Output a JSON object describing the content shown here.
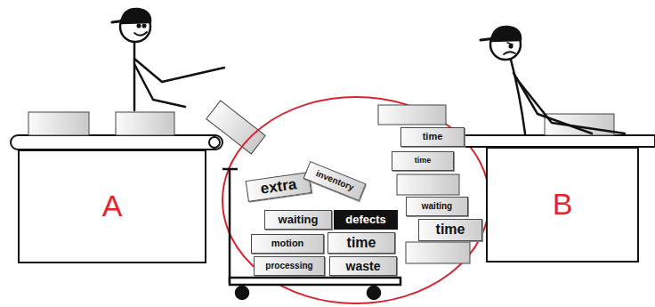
{
  "diagram": {
    "nodes": [
      {
        "text": [
          "A"
        ]
      },
      {
        "text": [
          "extra"
        ]
      },
      {
        "text": [
          "inventory"
        ]
      },
      {
        "text": [
          "waiting"
        ]
      },
      {
        "text": [
          "defects"
        ]
      },
      {
        "text": [
          "motion"
        ]
      },
      {
        "text": [
          "time"
        ]
      },
      {
        "text": [
          "processing"
        ]
      },
      {
        "text": [
          "waste"
        ]
      },
      {
        "text": [
          "time"
        ]
      },
      {
        "text": [
          "time"
        ]
      },
      {
        "text": [
          "waiting"
        ]
      },
      {
        "text": [
          "time"
        ]
      },
      {
        "text": [
          "B"
        ]
      }
    ]
  }
}
